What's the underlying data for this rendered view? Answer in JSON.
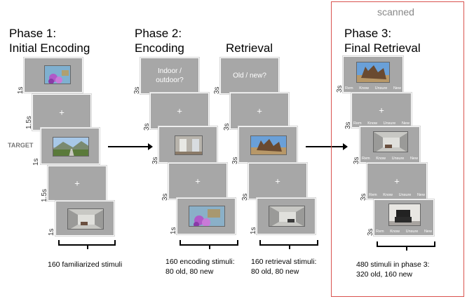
{
  "phase1": {
    "title": "Phase 1:\nInitial Encoding",
    "target_label": "TARGET",
    "caption": "160 familiarized stimuli"
  },
  "phase2": {
    "title": "Phase 2:\nEncoding",
    "retrieval_title": "Retrieval",
    "encoding_question": "Indoor /\noutdoor?",
    "retrieval_question": "Old / new?",
    "encoding_caption": "160 encoding stimuli:\n80 old, 80 new",
    "retrieval_caption": "160 retrieval stimuli:\n80 old, 80 new"
  },
  "phase3": {
    "scanned_label": "scanned",
    "title": "Phase 3:\nFinal Retrieval",
    "caption": "480 stimuli in phase 3:\n320 old, 160 new",
    "responses": [
      "Rem",
      "Know",
      "Unsure",
      "New"
    ]
  },
  "fixation": "+",
  "durations": {
    "d1s": "1s",
    "d15s": "1.5s",
    "d3s": "3s"
  },
  "colors": {
    "slide_gray": "#a7a7a7",
    "scanned_box": "#d9534f"
  },
  "image_icons": {
    "flower": "flower-image",
    "road": "road-landscape-image",
    "room": "room-interior-image",
    "dino": "dinosaur-statue-image",
    "chair": "black-chair-image"
  }
}
